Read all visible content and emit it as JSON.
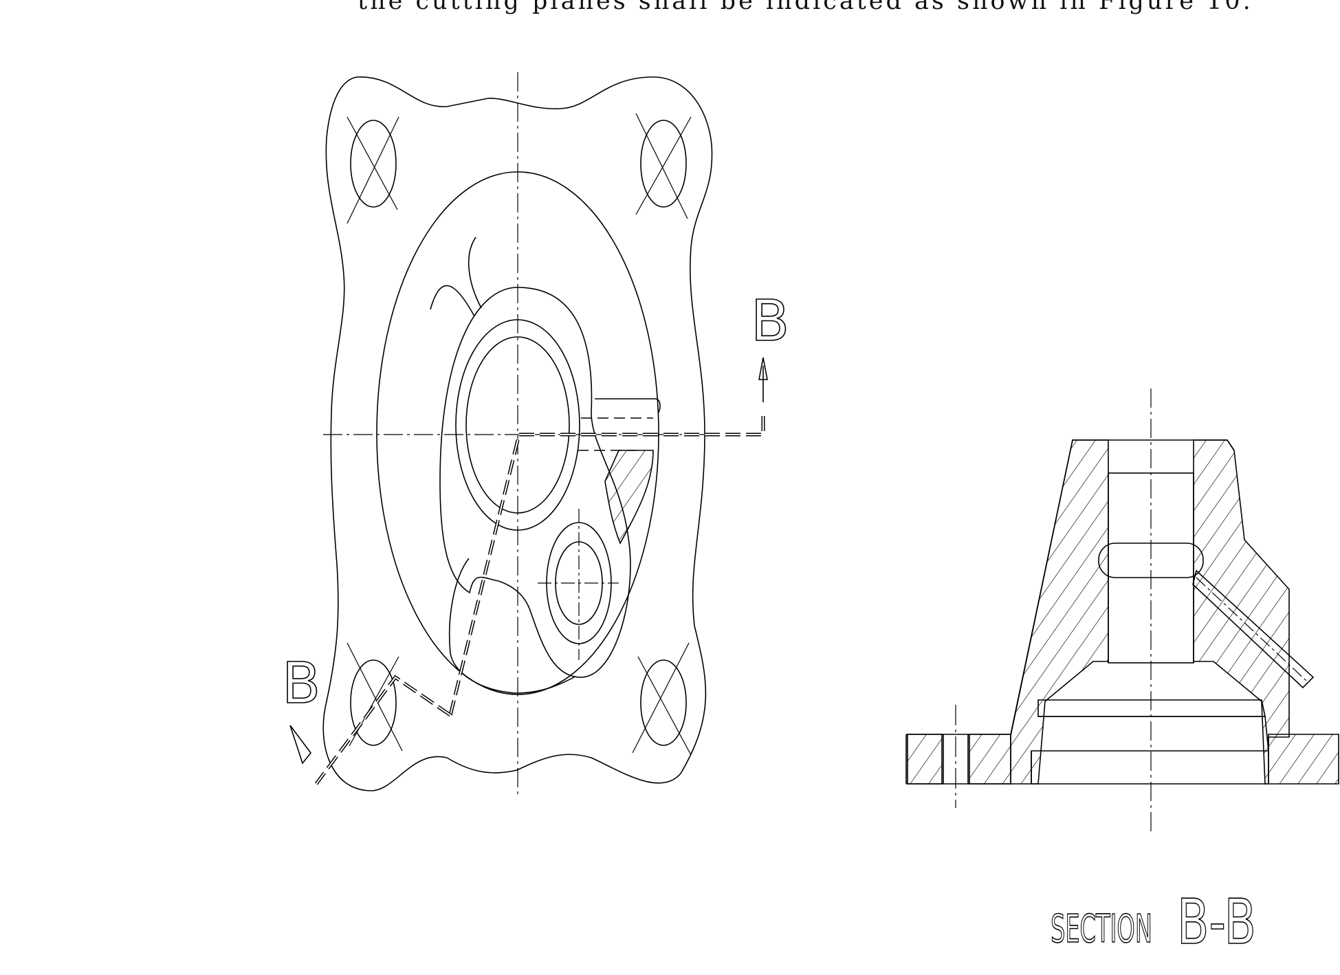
{
  "caption": "the cutting planes shall be indicated as shown in Figure 10.",
  "drawing": {
    "plan_view": {
      "cutting_plane_letter_top": "B",
      "cutting_plane_letter_bottom": "B"
    },
    "section_view": {
      "label_word": "SECTION",
      "label_letters": "B-B"
    }
  }
}
